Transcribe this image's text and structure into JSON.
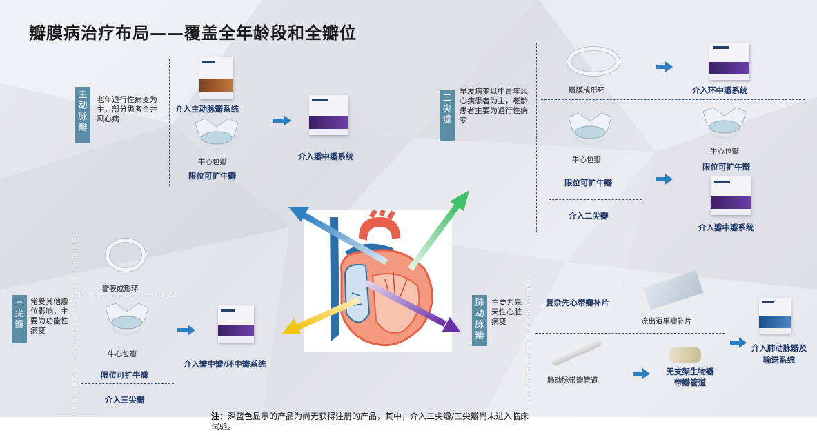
{
  "title": "瓣膜病治疗布局——覆盖全年龄段和全瓣位",
  "colors": {
    "category_box": "#5b8ea6",
    "highlight_text": "#1d3866",
    "arrow_blue": "#2e7fc2",
    "arrow_green": "#3fbf66",
    "arrow_yellow": "#f2c418",
    "arrow_purple": "#6b2fa6",
    "heart_red": "#e8604c",
    "heart_blue": "#2b6fa8"
  },
  "aortic": {
    "category": "主动脉瓣",
    "description": "老年退行性病变为主，部分患者合并风心病",
    "products": {
      "tavr": "介入主动脉瓣系统",
      "valve_type": "牛心包瓣",
      "limited_expand": "限位可扩牛瓣",
      "valve_in_valve": "介入瓣中瓣系统"
    }
  },
  "mitral": {
    "category": "二尖瓣",
    "description": "早发病变以中青年风心病患者为主，老龄患者主要为退行性病变",
    "products": {
      "ring": "瓣膜成形环",
      "ring_system": "介入环中瓣系统",
      "valve_type": "牛心包瓣",
      "limited_expand": "限位可扩牛瓣",
      "valve_type_2": "牛心包瓣",
      "limited_expand_2": "限位可扩牛瓣",
      "transcatheter": "介入二尖瓣",
      "valve_in_valve": "介入瓣中瓣系统"
    }
  },
  "tricuspid": {
    "category": "三尖瓣",
    "description": "常受其他瓣位影响，主要为功能性病变",
    "products": {
      "ring": "瓣膜成形环",
      "valve_type": "牛心包瓣",
      "limited_expand": "限位可扩牛瓣",
      "transcatheter": "介入三尖瓣",
      "valve_in_valve": "介入瓣中瓣/环中瓣系统"
    }
  },
  "pulmonary": {
    "category": "肺动脉瓣",
    "description": "主要为先天性心脏病变",
    "products": {
      "complex_patch": "复杂先心带瓣补片",
      "outflow_patch": "流出道单瓣补片",
      "conduit": "肺动脉带瓣管道",
      "stentless_conduit": "无支架生物瓣带瓣管道",
      "tpvr": "介入肺动脉瓣及输送系统"
    }
  },
  "note": {
    "label": "注：",
    "text": "深蓝色显示的产品为尚无获得注册的产品，其中，介入二尖瓣/三尖瓣尚未进入临床试验。"
  }
}
